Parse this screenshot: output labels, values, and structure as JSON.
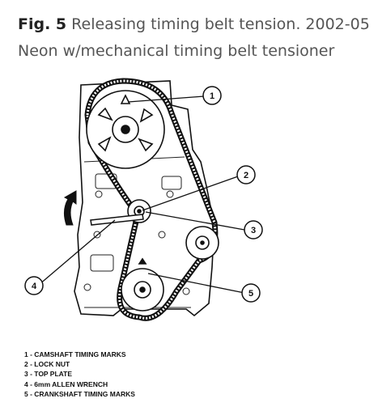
{
  "caption": {
    "fig_label": "Fig. 5",
    "text_line1": "Releasing timing belt tension. 2002-05",
    "text_line2": "Neon w/mechanical timing belt tensioner"
  },
  "callouts": [
    "1",
    "2",
    "3",
    "4",
    "5"
  ],
  "legend": [
    "1 - CAMSHAFT TIMING MARKS",
    "2 - LOCK NUT",
    "3 - TOP PLATE",
    "4 - 6mm ALLEN WRENCH",
    "5 - CRANKSHAFT TIMING MARKS"
  ]
}
